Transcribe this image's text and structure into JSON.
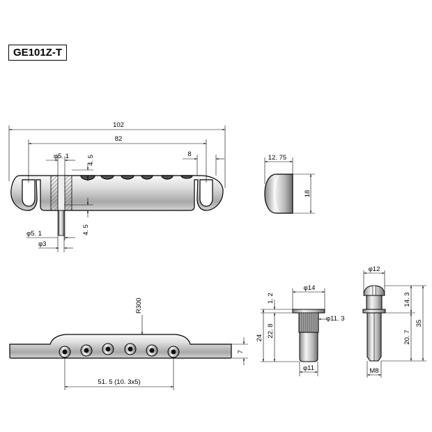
{
  "model": "GE101Z-T",
  "dims": {
    "overall_length": "102",
    "stud_spacing": "82",
    "dia_top": "φ5. 1",
    "depth_top": "4. 5",
    "side_width": "8",
    "end_width": "12. 75",
    "end_height": "18",
    "dia_bottom": "φ5. 1",
    "depth_bottom": "4. 5",
    "dia_small": "φ3",
    "radius": "R300",
    "string_spacing": "51. 5 (10. 3x5)",
    "bar_height": "7",
    "anchor_top_dia": "φ14",
    "anchor_flange": "1. 2",
    "anchor_total": "24",
    "anchor_body": "22. 8",
    "anchor_knurl_dia": "φ11. 3",
    "anchor_bottom_dia": "φ11",
    "stud_head_dia": "φ12",
    "stud_head_height": "14. 3",
    "stud_total": "35",
    "stud_thread_len": "20. 7",
    "stud_thread": "M8"
  },
  "colors": {
    "chrome_light": "#f2f2f2",
    "chrome_mid": "#bdbdbd",
    "chrome_dark": "#6e6e6e",
    "line": "#000000"
  }
}
